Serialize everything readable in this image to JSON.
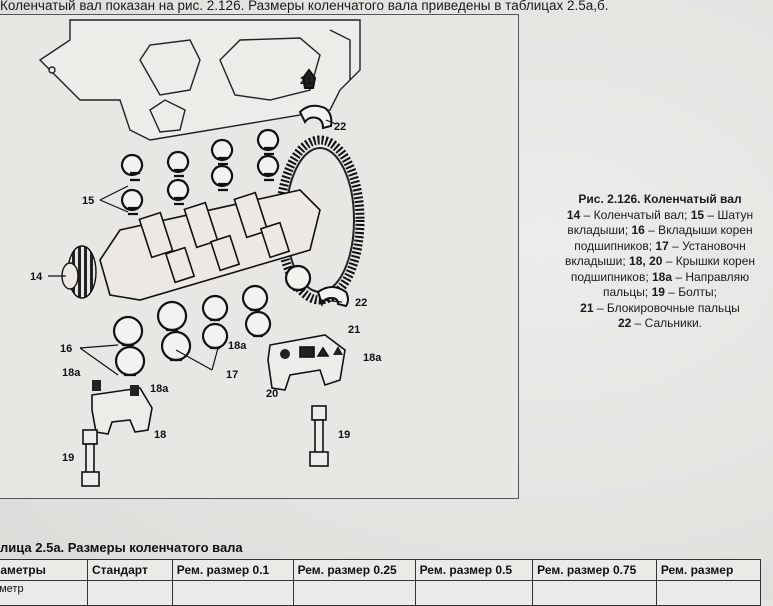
{
  "page": {
    "intro_text": "Коленчатый вал показан на рис. 2.126. Размеры коленчатого вала приведены в таблицах 2.5а,б."
  },
  "figure": {
    "callouts": {
      "c14": "14",
      "c15": "15",
      "c16": "16",
      "c17": "17",
      "c18a_1": "18a",
      "c18a_2": "18a",
      "c18a_3": "18a",
      "c18a_4": "18a",
      "c18": "18",
      "c19_left": "19",
      "c19_right": "19",
      "c20": "20",
      "c21_top": "21",
      "c21_mid": "21",
      "c22_top": "22",
      "c22_mid": "22"
    },
    "caption": {
      "title": "Рис. 2.126. Коленчатый вал",
      "lines": [
        {
          "num": "14",
          "text": " – Коленчатый вал; "
        },
        {
          "num": "15",
          "text": " – Шатун"
        },
        {
          "num": "",
          "text": "вкладыши; "
        },
        {
          "num": "16",
          "text": " – Вкладыши корен"
        },
        {
          "num": "",
          "text": "подшипников; "
        },
        {
          "num": "17",
          "text": " – Установочн"
        },
        {
          "num": "",
          "text": "вкладыши; "
        },
        {
          "num": "18, 20",
          "text": " – Крышки корен"
        },
        {
          "num": "",
          "text": "подшипников; "
        },
        {
          "num": "18a",
          "text": " – Направляю"
        },
        {
          "num": "",
          "text": "пальцы; "
        },
        {
          "num": "19",
          "text": " – Болты;"
        },
        {
          "num": "21",
          "text": " – Блокировочные пальцы"
        },
        {
          "num": "22",
          "text": " – Сальники."
        }
      ]
    }
  },
  "table": {
    "title": "лица 2.5а. Размеры коленчатого вала",
    "headers": [
      "раметры",
      "Стандарт",
      "Рем. размер 0.1",
      "Рем. размер 0.25",
      "Рем. размер 0.5",
      "Рем. размер 0.75",
      "Рем. размер"
    ],
    "row1": [
      "аметр",
      "",
      "",
      "",
      "",
      "",
      ""
    ]
  }
}
